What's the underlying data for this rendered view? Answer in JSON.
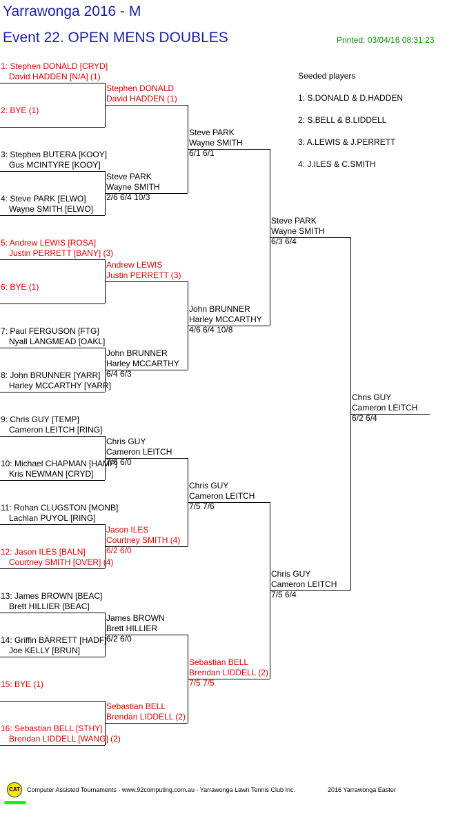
{
  "header": {
    "title": "Yarrawonga 2016 - M",
    "event": "Event 22. OPEN MENS DOUBLES",
    "printed": "Printed: 03/04/16 08:31:23"
  },
  "seeded": {
    "title": "Seeded players",
    "items": [
      "1: S.DONALD & D.HADDEN",
      "2: S.BELL & B.LIDDELL",
      "3: A.LEWIS & J.PERRETT",
      "4: J.ILES & C.SMITH"
    ]
  },
  "colors": {
    "title": "#1b1fa8",
    "seed": "#e00000",
    "printed": "#0a8a0a",
    "logo": "#f3e600",
    "logo_underline": "#33dd33"
  },
  "draw": {
    "r1": [
      {
        "l1": "1: Stephen DONALD [CRYD]",
        "l2": "David HADDEN [N/A] (1)",
        "seed": true
      },
      {
        "l1": "2: BYE (1)",
        "l2": "",
        "seed": true
      },
      {
        "l1": "3: Stephen BUTERA [KOOY]",
        "l2": "Gus MCINTYRE [KOOY]",
        "seed": false
      },
      {
        "l1": "4: Steve PARK [ELWO]",
        "l2": "Wayne SMITH [ELWO]",
        "seed": false
      },
      {
        "l1": "5: Andrew LEWIS [ROSA]",
        "l2": "Justin PERRETT [BANY] (3)",
        "seed": true
      },
      {
        "l1": "6: BYE (1)",
        "l2": "",
        "seed": true
      },
      {
        "l1": "7: Paul FERGUSON [FTG]",
        "l2": "Nyall LANGMEAD [OAKL]",
        "seed": false
      },
      {
        "l1": "8: John BRUNNER [YARR]",
        "l2": "Harley MCCARTHY [YARR]",
        "seed": false
      },
      {
        "l1": "9: Chris GUY [TEMP]",
        "l2": "Cameron LEITCH [RING]",
        "seed": false
      },
      {
        "l1": "10: Michael CHAPMAN [HAMP]",
        "l2": "Kris NEWMAN [CRYD]",
        "seed": false
      },
      {
        "l1": "11: Rohan CLUGSTON [MONB]",
        "l2": "Lachlan PUYOL [RING]",
        "seed": false
      },
      {
        "l1": "12: Jason ILES [BALN]",
        "l2": "Courtney SMITH [OVER] (4)",
        "seed": true
      },
      {
        "l1": "13: James BROWN [BEAC]",
        "l2": "Brett HILLIER [BEAC]",
        "seed": false
      },
      {
        "l1": "14: Griffin BARRETT [HADF]",
        "l2": "Joe KELLY [BRUN]",
        "seed": false
      },
      {
        "l1": "15: BYE (1)",
        "l2": "",
        "seed": true
      },
      {
        "l1": "16: Sebastian BELL [STHY]",
        "l2": "Brendan LIDDELL [WANG] (2)",
        "seed": true
      }
    ],
    "r2": [
      {
        "l1": "Stephen DONALD",
        "l2": "David HADDEN (1)",
        "score": "",
        "seed": true
      },
      {
        "l1": "Steve PARK",
        "l2": "Wayne SMITH",
        "score": "2/6 6/4 10/3",
        "seed": false
      },
      {
        "l1": "Andrew LEWIS",
        "l2": "Justin PERRETT (3)",
        "score": "",
        "seed": true
      },
      {
        "l1": "John BRUNNER",
        "l2": "Harley MCCARTHY",
        "score": "6/4 6/3",
        "seed": false
      },
      {
        "l1": "Chris GUY",
        "l2": "Cameron LEITCH",
        "score": "7/6 6/0",
        "seed": false
      },
      {
        "l1": "Jason ILES",
        "l2": "Courtney SMITH (4)",
        "score": "6/2 6/0",
        "seed": true
      },
      {
        "l1": "James BROWN",
        "l2": "Brett HILLIER",
        "score": "6/2 6/0",
        "seed": false
      },
      {
        "l1": "Sebastian BELL",
        "l2": "Brendan LIDDELL (2)",
        "score": "",
        "seed": true
      }
    ],
    "r3": [
      {
        "l1": "Steve PARK",
        "l2": "Wayne SMITH",
        "score": "6/1 6/1",
        "seed": false
      },
      {
        "l1": "John BRUNNER",
        "l2": "Harley MCCARTHY",
        "score": "4/6 6/4 10/8",
        "seed": false
      },
      {
        "l1": "Chris GUY",
        "l2": "Cameron LEITCH",
        "score": "7/5 7/6",
        "seed": false
      },
      {
        "l1": "Sebastian BELL",
        "l2": "Brendan LIDDELL (2)",
        "score": "7/5 7/5",
        "seed": true
      }
    ],
    "r4": [
      {
        "l1": "Steve PARK",
        "l2": "Wayne SMITH",
        "score": "6/3 6/4",
        "seed": false
      },
      {
        "l1": "Chris GUY",
        "l2": "Cameron LEITCH",
        "score": "7/5 6/4",
        "seed": false
      }
    ],
    "r5": [
      {
        "l1": "Chris GUY",
        "l2": "Cameron LEITCH",
        "score": "6/2 6/4",
        "seed": false
      }
    ]
  },
  "footer": {
    "logo": "CAT",
    "left": "Computer Assisted Tournaments - www.92computing.com.au -  Yarrawonga Lawn Tennis Club Inc.",
    "right": "2016 Yarrawonga Easter"
  }
}
